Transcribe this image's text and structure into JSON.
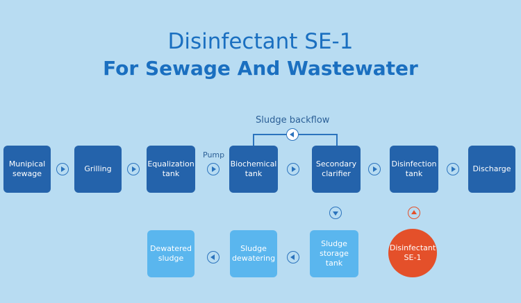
{
  "title": {
    "line1": "Disinfectant SE-1",
    "line2": "For Sewage And Wastewater"
  },
  "nodes": {
    "municipal_sewage": "Munipical\nsewage",
    "grilling": "Grilling",
    "equalization_tank": "Equalization\ntank",
    "biochemical_tank": "Biochemical\ntank",
    "secondary_clarifier": "Secondary\nclarifier",
    "disinfection_tank": "Disinfection\ntank",
    "discharge": "Discharge",
    "sludge_storage_tank": "Sludge\nstorage\ntank",
    "sludge_dewatering": "Sludge\ndewatering",
    "dewatered_sludge": "Dewatered\nsludge",
    "disinfectant": "Disinfectant\nSE-1"
  },
  "labels": {
    "pump": "Pump",
    "sludge_backflow": "Sludge backflow"
  },
  "colors": {
    "background": "#b8dcf2",
    "main_box": "#2463ab",
    "sludge_box": "#5ab6ee",
    "disinfectant": "#e4502a",
    "title": "#1a6fc0"
  }
}
